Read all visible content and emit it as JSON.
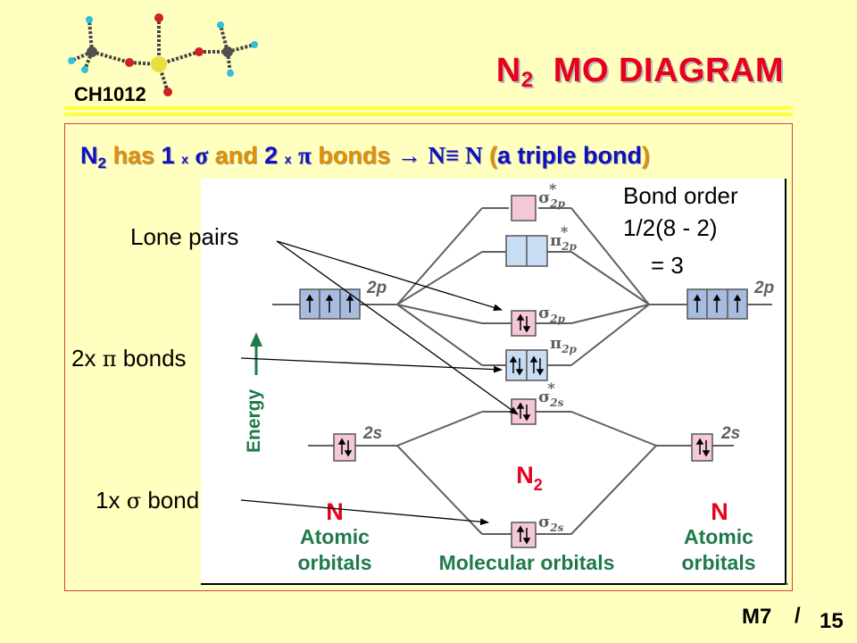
{
  "course_code": "CH1012",
  "title": {
    "main": "N",
    "sub": "2",
    "rest": "MO DIAGRAM"
  },
  "subtitle": {
    "n": "N",
    "n_sub": "2",
    "has": "has",
    "one": "1",
    "x1": "x",
    "sigma": "σ",
    "and": "and",
    "two": "2",
    "x2": "x",
    "pi": "π",
    "bonds": "bonds",
    "arrow": "→",
    "triple": "N≡ N",
    "paren_open": "(",
    "triple_bond": "a triple bond",
    "paren_close": ")"
  },
  "labels": {
    "lone_pairs": "Lone pairs",
    "pi_bonds_prefix": "2x",
    "pi_symbol": "π",
    "pi_bonds_suffix": "bonds",
    "sigma_bond_prefix": "1x",
    "sigma_symbol": "σ",
    "sigma_bond_suffix": "bond"
  },
  "bond_order": {
    "line1": "Bond order",
    "line2": "1/2(8 - 2)",
    "line3": "= 3"
  },
  "diagram": {
    "energy_label": "Energy",
    "left_atom": "N",
    "right_atom": "N",
    "molecule": "N",
    "molecule_sub": "2",
    "atomic_orbitals_1": "Atomic",
    "atomic_orbitals_2": "orbitals",
    "molecular_orbitals": "Molecular orbitals",
    "ao_2p": "2p",
    "ao_2s": "2s",
    "mo_labels": [
      {
        "sym": "σ",
        "sub": "2p",
        "star": "*"
      },
      {
        "sym": "π",
        "sub": "2p",
        "star": "*"
      },
      {
        "sym": "σ",
        "sub": "2p",
        "star": ""
      },
      {
        "sym": "π",
        "sub": "2p",
        "star": ""
      },
      {
        "sym": "σ",
        "sub": "2s",
        "star": "*"
      },
      {
        "sym": "σ",
        "sub": "2s",
        "star": ""
      }
    ],
    "colors": {
      "sigma_box": "#f4c8d4",
      "pi_box": "#c8dcf4",
      "atomic_2p": "#a8bce0",
      "line": "#606060",
      "green_text": "#1f7a4a",
      "red_text": "#e8001c"
    }
  },
  "footer": {
    "module": "M7",
    "slash": "/",
    "page": "15"
  }
}
